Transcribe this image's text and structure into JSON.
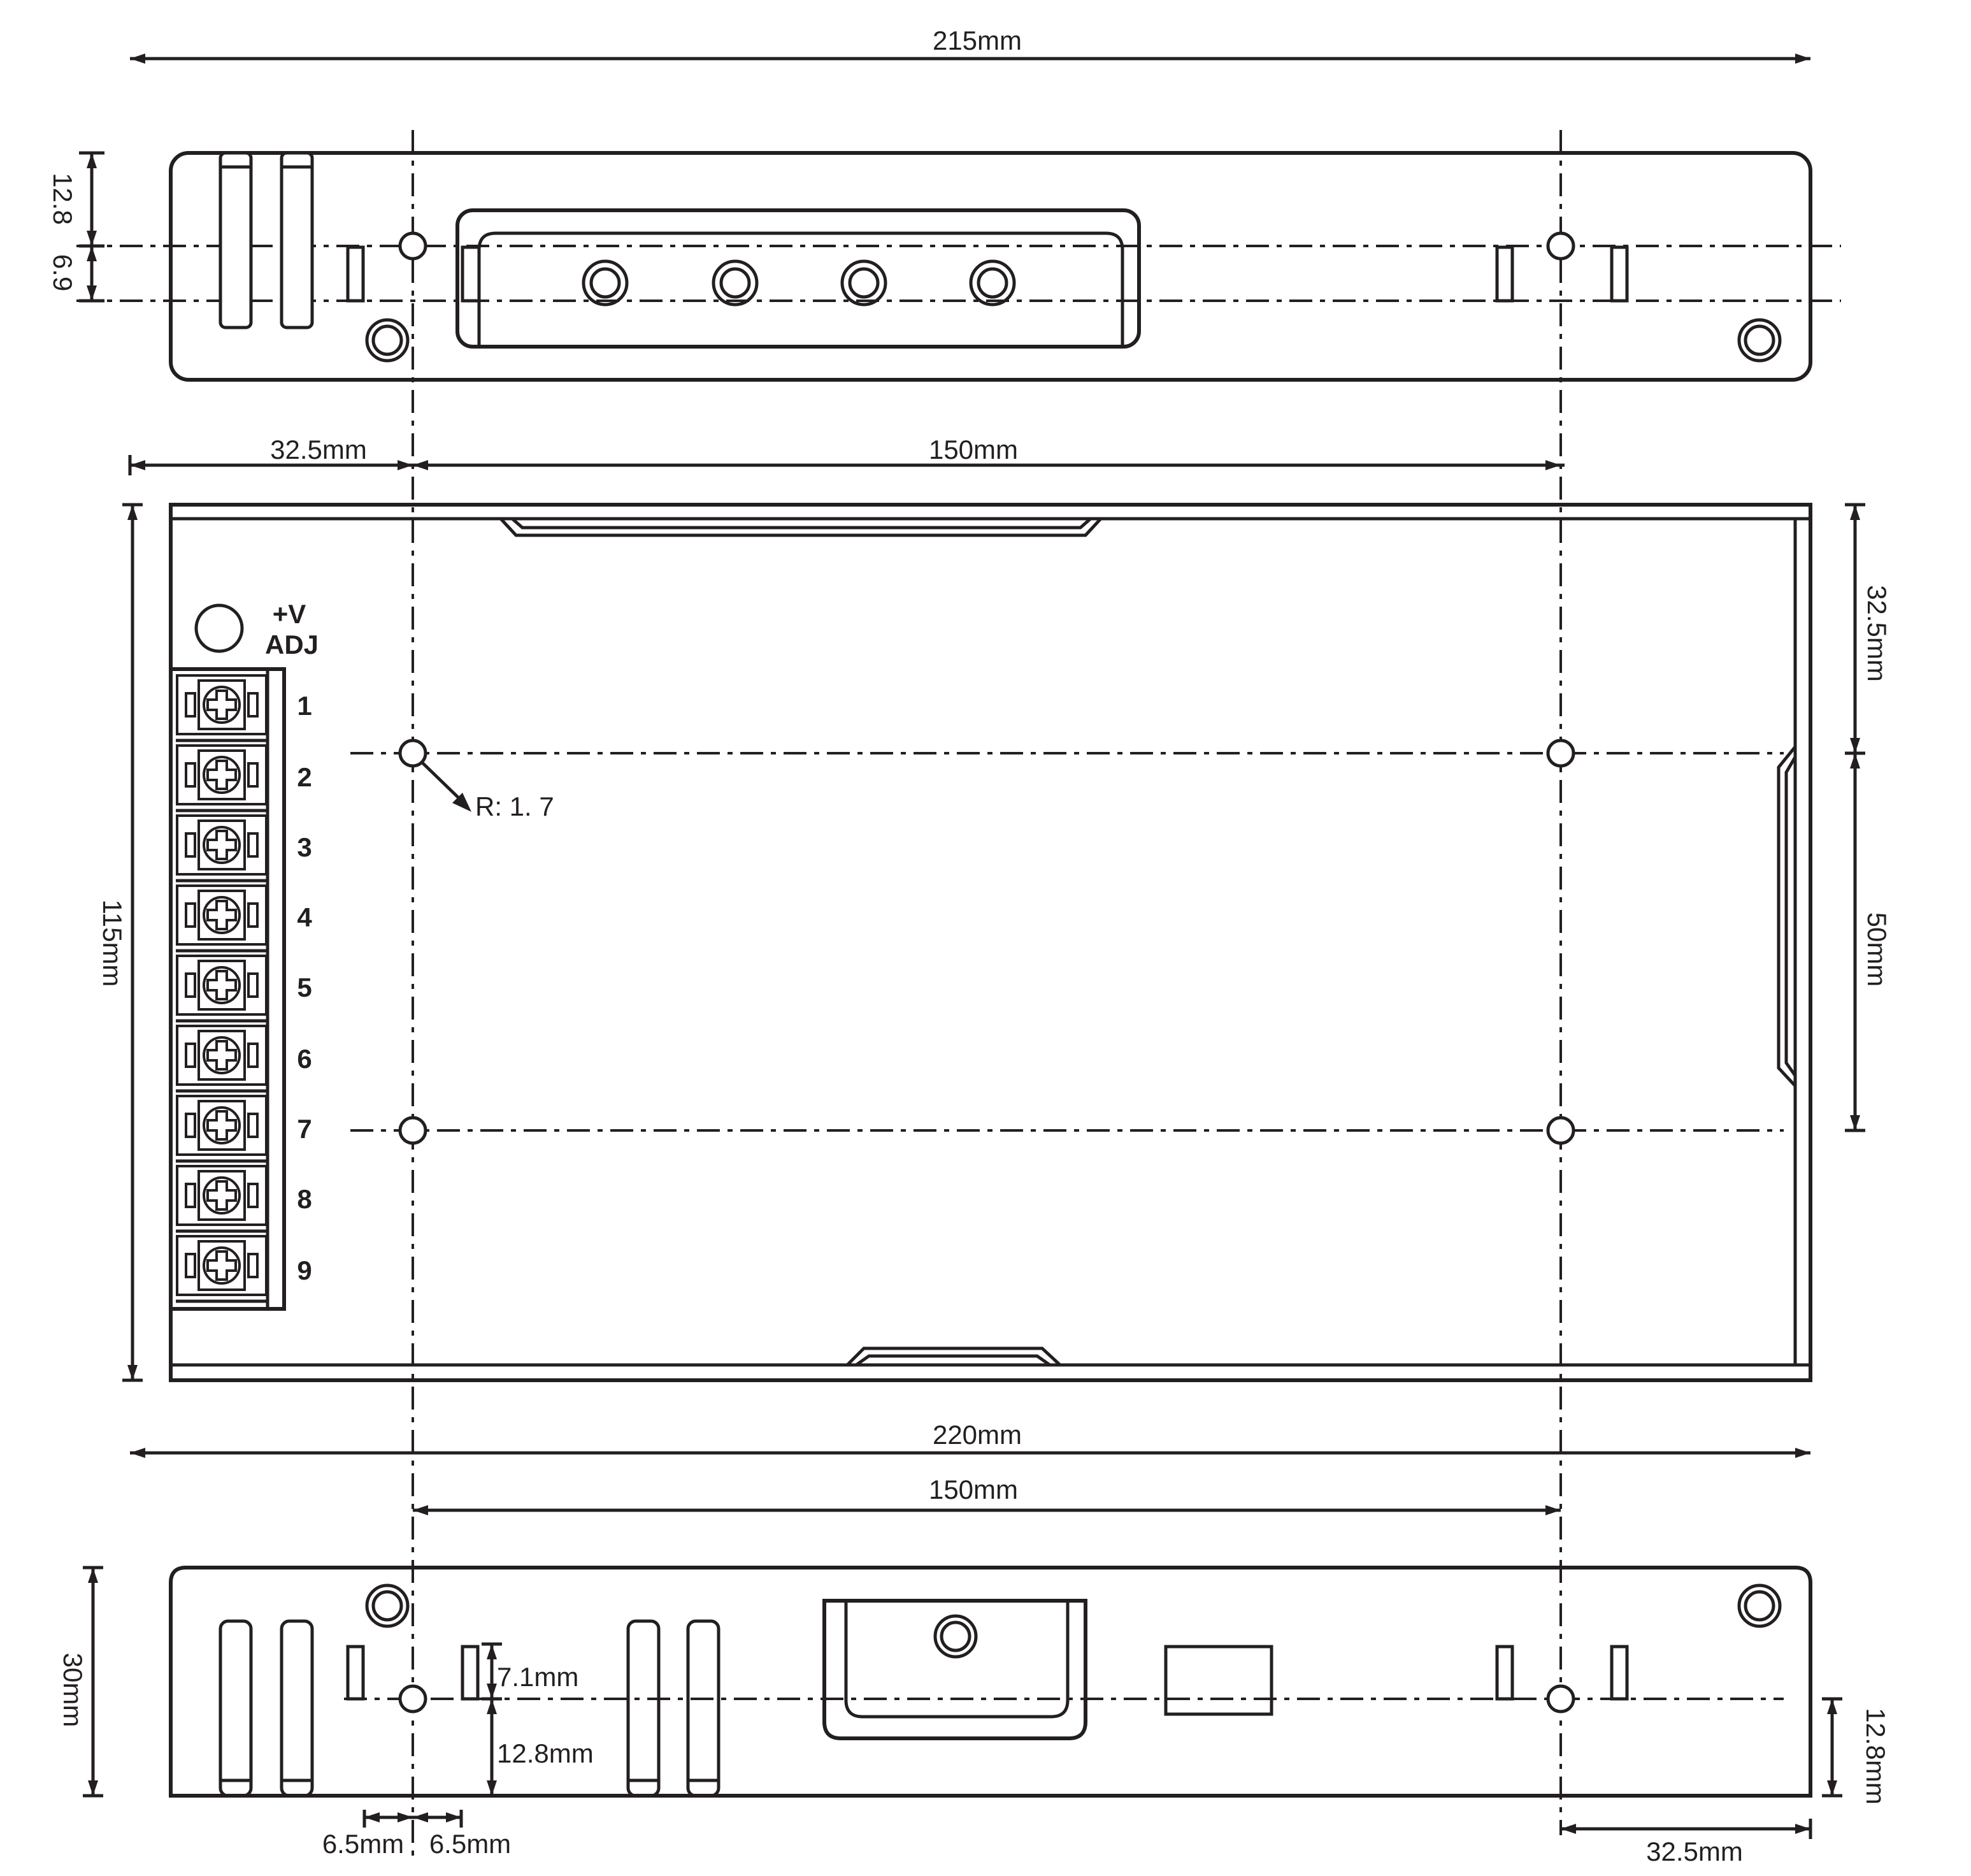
{
  "top_view": {
    "overall_width": "215mm",
    "vertical_dims": [
      "12.8",
      "6.9"
    ]
  },
  "main_view": {
    "left_offset": "32.5mm",
    "hole_spacing_h": "150mm",
    "height": "115mm",
    "top_offset": "32.5mm",
    "hole_spacing_v": "50mm",
    "hole_radius": "R: 1. 7",
    "adj_label_1": "+V",
    "adj_label_2": "ADJ",
    "terminals": [
      "1",
      "2",
      "3",
      "4",
      "5",
      "6",
      "7",
      "8",
      "9"
    ]
  },
  "bottom_view": {
    "overall_length": "220mm",
    "hole_spacing_h": "150mm",
    "height": "30mm",
    "upper_offset": "7.1mm",
    "lower_offset": "12.8mm",
    "right_height": "12.8mm",
    "left_gap_a": "6.5mm",
    "left_gap_b": "6.5mm",
    "right_offset": "32.5mm"
  }
}
